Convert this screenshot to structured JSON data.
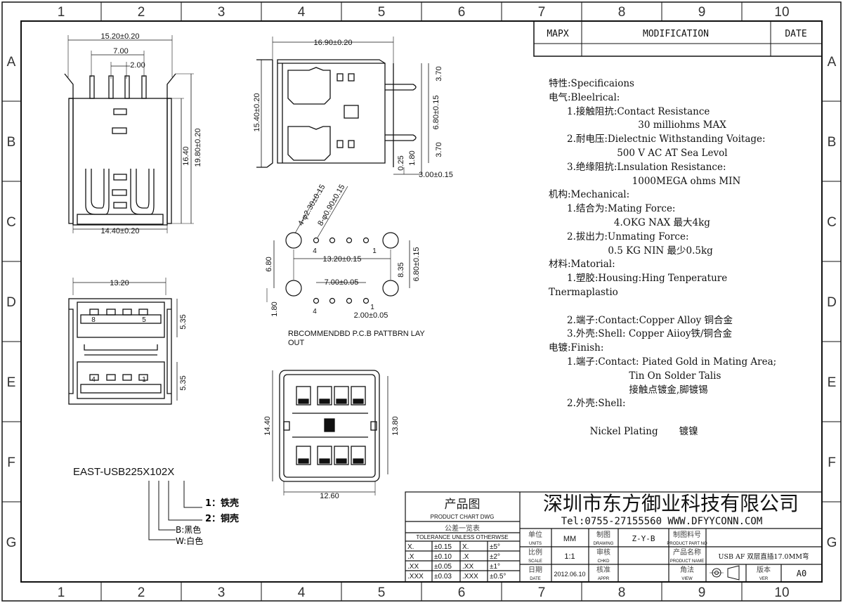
{
  "grid": {
    "columns": [
      "1",
      "2",
      "3",
      "4",
      "5",
      "6",
      "7",
      "8",
      "9",
      "10"
    ],
    "rows": [
      "A",
      "B",
      "C",
      "D",
      "E",
      "F",
      "G"
    ]
  },
  "revision_block": {
    "col1": "MAPX",
    "col2": "MODIFICATION",
    "col3": "DATE"
  },
  "dimensions": {
    "front_width_top": "15.20±0.20",
    "front_pin_span": "7.00",
    "front_pin_pitch": "2.00",
    "front_height_body": "16.40",
    "front_height_total": "19.80±0.20",
    "front_width_bottom": "14.40±0.20",
    "side_length": "16.90±0.20",
    "side_height": "15.40±0.20",
    "side_offset_top": "3.70",
    "side_pin_span": "6.80±0.15",
    "side_offset_bottom": "3.70",
    "side_pin_len": "1.80",
    "side_pin_w": "0.25",
    "side_tail": "3.00±0.15",
    "pcb_big_holes": "4-φ2.30±0.15",
    "pcb_small_holes": "8-φ0.90±0.15",
    "pcb_row_gap": "6.80",
    "pcb_big_span": "13.20±0.15",
    "pcb_small_span": "7.00±0.05",
    "pcb_pitch": "2.00±0.05",
    "pcb_offset": "8.35",
    "pcb_vertical": "6.80±0.15",
    "pcb_edge": "1.80",
    "pcb_pin_4_top": "4",
    "pcb_pin_1_top": "1",
    "pcb_pin_4_bottom": "4",
    "pcb_pin_1_bottom": "1",
    "port_width": "13.20",
    "port_pitch_top": "5.35",
    "port_pitch_bottom": "5.35",
    "port_label_8": "8",
    "port_label_5": "5",
    "port_label_4": "4",
    "port_label_1": "1",
    "bottom_height": "14.40",
    "bottom_depth": "13.80",
    "bottom_width": "12.60"
  },
  "pcb_caption_line1": "RBCOMMENDBD P.C.B PATTBRN LAY",
  "pcb_caption_line2": "OUT",
  "part_number": "EAST-USB225X102X",
  "option_shell_iron": "1：铁壳",
  "option_shell_copper": "2：铜壳",
  "option_black": "B:黑色",
  "option_white": "W:白色",
  "specs": [
    {
      "indent": 0,
      "text": "特性:Specificaions"
    },
    {
      "indent": 0,
      "text": "电气:Bleelrical:"
    },
    {
      "indent": 1,
      "text": "1.接触阻抗:Contact Resistance"
    },
    {
      "indent": 2,
      "text": "                  30 milliohms MAX"
    },
    {
      "indent": 1,
      "text": "2.耐电压:Dielectnic Withstanding Voitage:"
    },
    {
      "indent": 2,
      "text": "           500 V AC AT Sea Levol"
    },
    {
      "indent": 1,
      "text": "3.绝缘阻抗:Lnsulation Resistance:"
    },
    {
      "indent": 2,
      "text": "                1000MEGA ohms MIN"
    },
    {
      "indent": 0,
      "text": "机构:Mechanical:"
    },
    {
      "indent": 1,
      "text": "1.结合为:Mating Force:"
    },
    {
      "indent": 2,
      "text": "          4.OKG NAX 最大4kg"
    },
    {
      "indent": 1,
      "text": "2.拔出力:Unmating Force:"
    },
    {
      "indent": 2,
      "text": "        0.5 KG NIN 最少0.5kg"
    },
    {
      "indent": 0,
      "text": "材料:Matorial:"
    },
    {
      "indent": 1,
      "text": "1.塑胶:Housing:Hing Tenperature"
    },
    {
      "indent": 0,
      "text": "Tnermaplastio"
    },
    {
      "indent": 0,
      "text": " "
    },
    {
      "indent": 1,
      "text": "2.端子:Contact:Copper Alloy 铜合金"
    },
    {
      "indent": 1,
      "text": "3.外壳:Shell: Copper Aiioy铁/铜合金"
    },
    {
      "indent": 0,
      "text": "电镀:Finish:"
    },
    {
      "indent": 1,
      "text": "1.端子:Contact: Piated Gold in Mating Area;"
    },
    {
      "indent": 2,
      "text": "               Tin On Solder Talis"
    },
    {
      "indent": 2,
      "text": "               接触点镀金,脚镀锡"
    },
    {
      "indent": 1,
      "text": "2.外壳:Shell:"
    },
    {
      "indent": 0,
      "text": " "
    },
    {
      "indent": 2,
      "text": "  Nickel Plating       镀镍"
    }
  ],
  "title_block": {
    "product_chart_cn": "产品图",
    "product_chart_en": "PRODUCT CHART DWG",
    "tolerance_cn": "公差一览表",
    "tolerance_en": "TOLERANCE UNLESS OTHERWSE",
    "tol_rows": [
      [
        "X.",
        "±0.15",
        "X.",
        "±5°"
      ],
      [
        ".X",
        "±0.10",
        ".X",
        "±2°"
      ],
      [
        ".XX",
        "±0.05",
        ".XX",
        "±1°"
      ],
      [
        ".XXX",
        "±0.03",
        ".XXX",
        "±0.5°"
      ]
    ],
    "company": "深圳市东方御业科技有限公司",
    "contact": "Tel:0755-27155560  WWW.DFYYCONN.COM",
    "unit_cn": "单位",
    "unit_en": "UNITS",
    "unit_val": "MM",
    "drawing_cn": "制图",
    "drawing_en": "DRAWING",
    "drawing_val": "Z-Y-B",
    "partno_cn": "制图料号",
    "partno_en": "PRODUCT PART NO",
    "scale_cn": "比例",
    "scale_en": "SCALE",
    "scale_val": "1:1",
    "check_cn": "审核",
    "check_en": "CHKD",
    "name_cn": "产品名称",
    "name_en": "PRODUCT NAME",
    "name_val": "USB AF 双层直插17.0MM弯",
    "date_cn": "日期",
    "date_en": "DATE",
    "date_val": "2012.06.10",
    "appr_cn": "核准",
    "appr_en": "APPR",
    "view_cn": "角法",
    "view_en": "VIEW",
    "ver_cn": "版本",
    "ver_en": "VER",
    "ver_val": "A0"
  }
}
